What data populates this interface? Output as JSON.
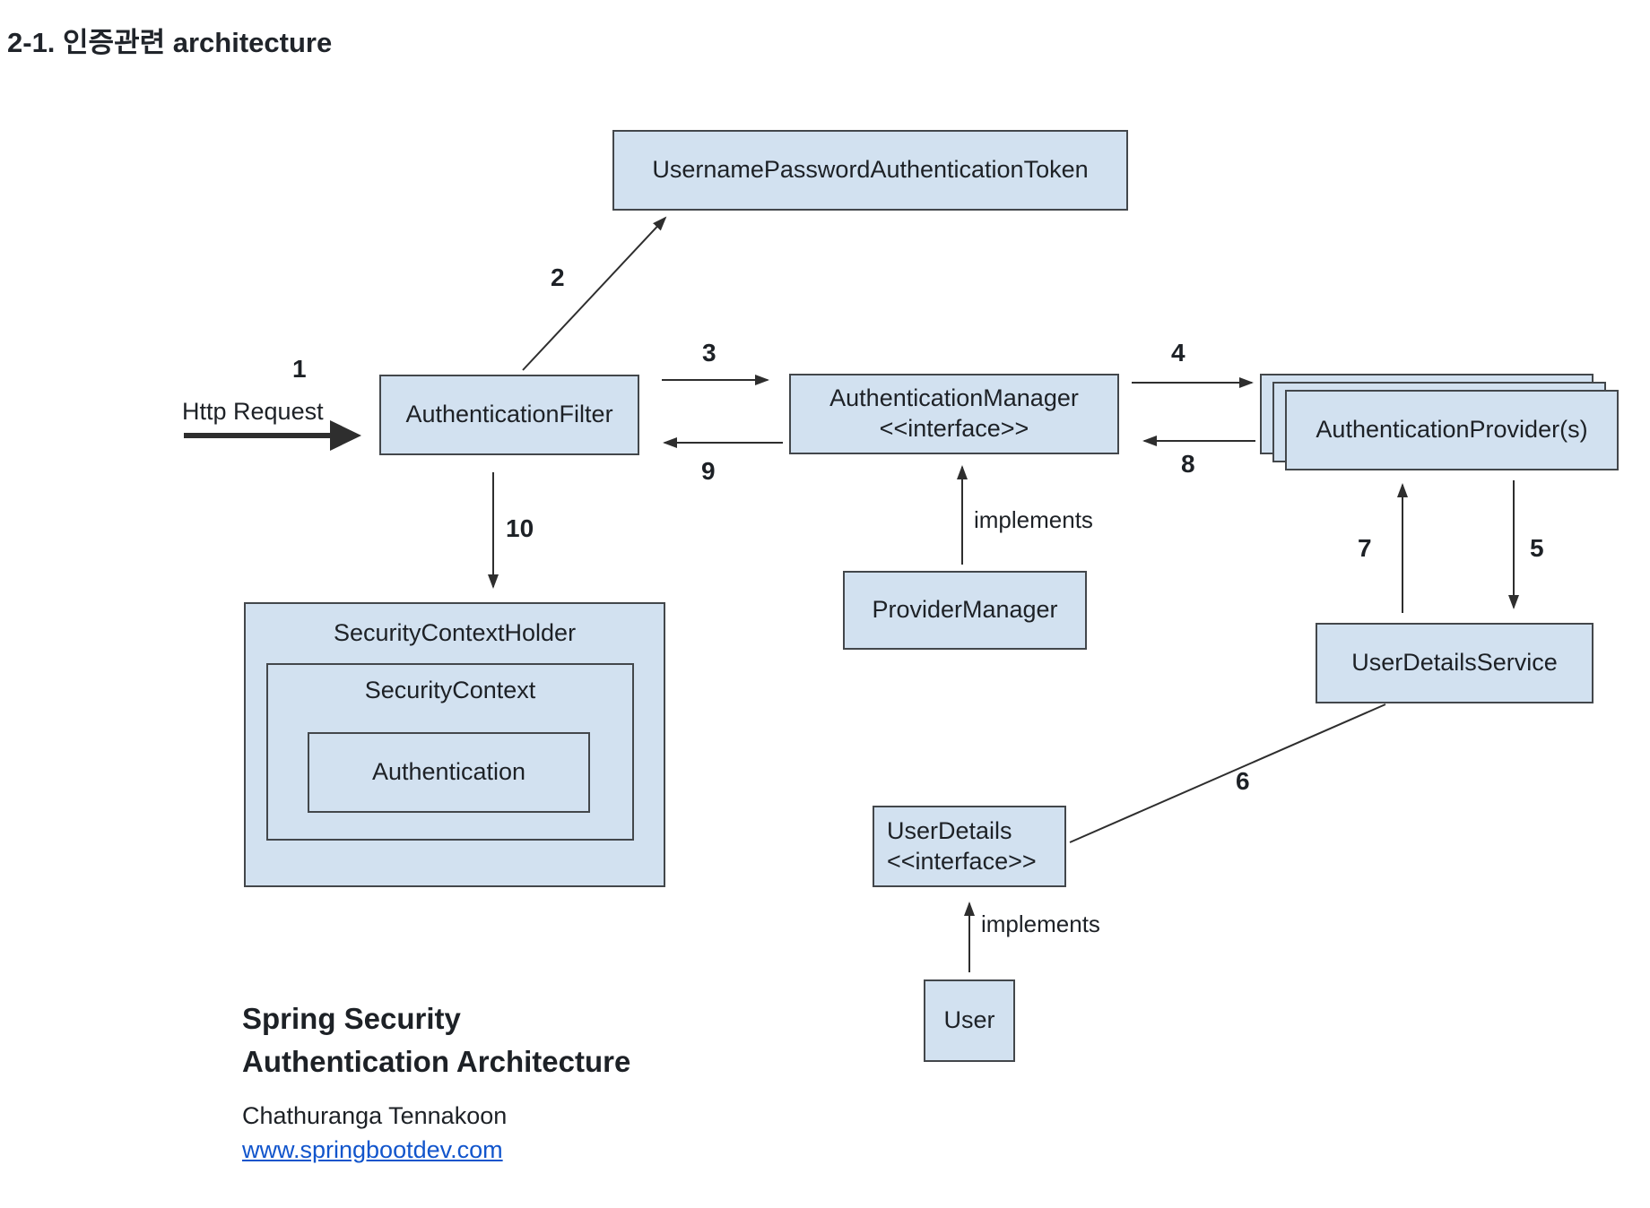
{
  "page": {
    "heading": "2-1. 인증관련 architecture"
  },
  "diagram": {
    "nodes": {
      "token": "UsernamePasswordAuthenticationToken",
      "filter": "AuthenticationFilter",
      "manager_title": "AuthenticationManager",
      "manager_stereotype": "<<interface>>",
      "providers": "AuthenticationProvider(s)",
      "provider_manager": "ProviderManager",
      "user_details_service": "UserDetailsService",
      "user_details_title": "UserDetails",
      "user_details_stereotype": "<<interface>>",
      "user": "User",
      "security_context_holder": "SecurityContextHolder",
      "security_context": "SecurityContext",
      "authentication": "Authentication"
    },
    "edge_labels": {
      "http_request": "Http Request",
      "implements_provider_manager": "implements",
      "implements_user": "implements"
    },
    "steps": {
      "s1": "1",
      "s2": "2",
      "s3": "3",
      "s4": "4",
      "s5": "5",
      "s6": "6",
      "s7": "7",
      "s8": "8",
      "s9": "9",
      "s10": "10"
    }
  },
  "footer": {
    "caption_line1": "Spring Security",
    "caption_line2": "Authentication Architecture",
    "author": "Chathuranga Tennakoon",
    "link": "www.springbootdev.com"
  },
  "colors": {
    "box_fill": "#d2e1f0",
    "box_border": "#43474b",
    "line": "#2e2e2e",
    "text": "#1d2126",
    "heading": "#20242a",
    "link": "#1155cc"
  }
}
